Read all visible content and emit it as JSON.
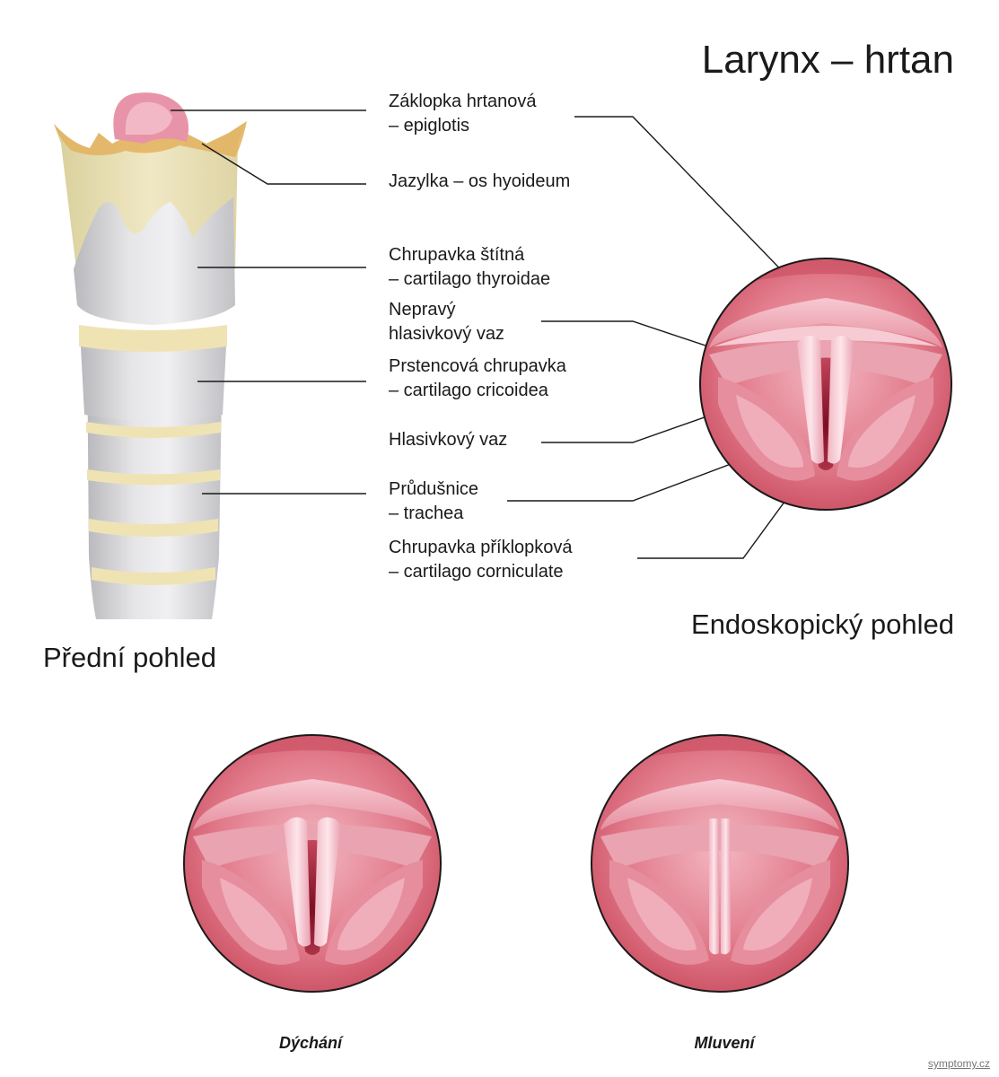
{
  "title": "Larynx – hrtan",
  "labels": [
    {
      "line1": "Záklopka hrtanová",
      "line2": "– epiglotis"
    },
    {
      "line1": "Jazylka – os hyoideum",
      "line2": ""
    },
    {
      "line1": "Chrupavka štítná",
      "line2": "– cartilago thyroidae"
    },
    {
      "line1": "Nepravý",
      "line2": "hlasivkový vaz"
    },
    {
      "line1": "Prstencová chrupavka",
      "line2": "– cartilago cricoidea"
    },
    {
      "line1": "Hlasivkový vaz",
      "line2": ""
    },
    {
      "line1": "Průdušnice",
      "line2": "– trachea"
    },
    {
      "line1": "Chrupavka  příklopková",
      "line2": "– cartilago corniculate"
    }
  ],
  "views": {
    "front": "Přední pohled",
    "endoscopic": "Endoskopický pohled"
  },
  "states": {
    "breathing": "Dýchání",
    "speaking": "Mluvení"
  },
  "credit": "symptomy.cz",
  "colors": {
    "cartilage_gray": "#d3d3d3",
    "hyoid_yellow": "#e8dfb4",
    "epiglottis_pink": "#e894a8",
    "tissue_pink": "#d9606f",
    "ring_band": "#efe3b4"
  }
}
